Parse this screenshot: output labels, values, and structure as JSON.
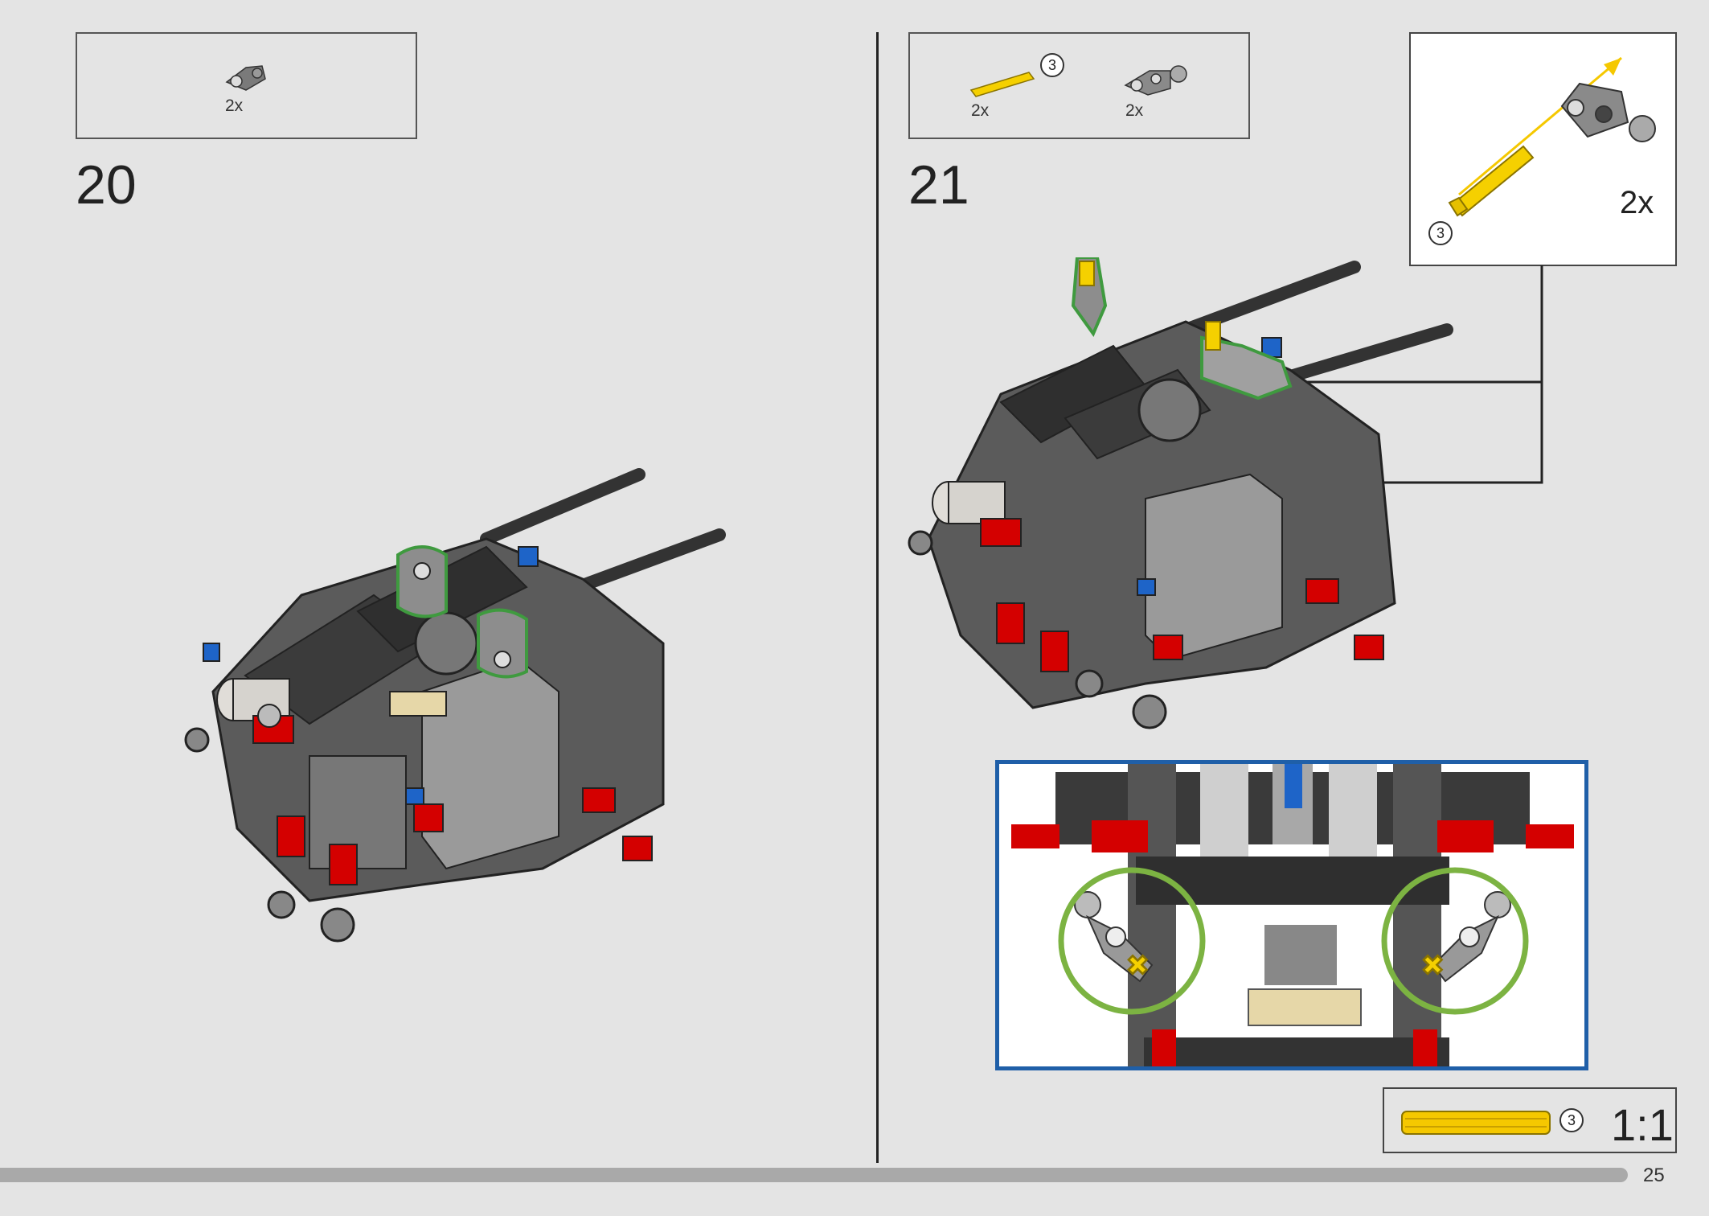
{
  "left_step": {
    "number": "20",
    "parts": [
      {
        "qty": "2x",
        "icon": "pin-connector-icon"
      }
    ]
  },
  "right_step": {
    "number": "21",
    "parts": [
      {
        "qty": "2x",
        "icon": "axle-yellow-icon",
        "length": "3"
      },
      {
        "qty": "2x",
        "icon": "ball-connector-icon"
      }
    ]
  },
  "callout": {
    "qty": "2x",
    "length": "3"
  },
  "scale": {
    "length": "3",
    "label": "1:1"
  },
  "page": {
    "number": "25",
    "progress": 0.952
  },
  "colors": {
    "background": "#e4e4e4",
    "zoom_border": "#1f5fa8",
    "highlight_circle": "#7cb342",
    "yellow": "#f5d000",
    "red": "#d40000",
    "blue": "#1e64c8",
    "dark_gray": "#3a3a3a"
  }
}
